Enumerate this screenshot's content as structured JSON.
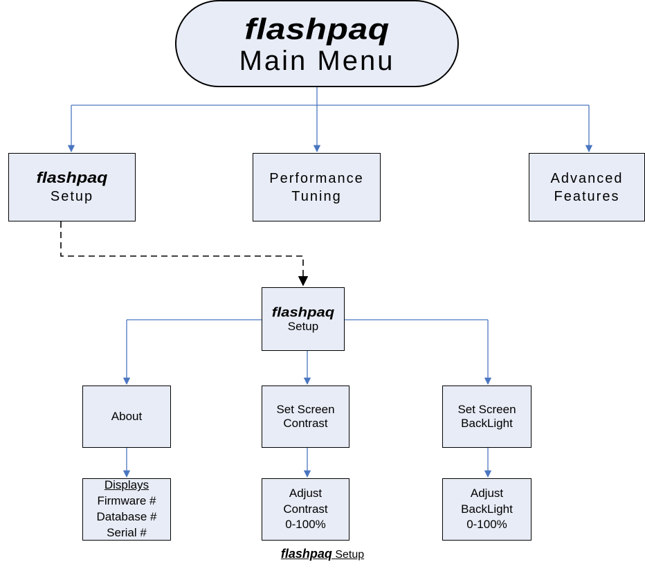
{
  "main_menu": {
    "brand": "flashpaq",
    "title": "Main Menu"
  },
  "level1": {
    "setup": {
      "brand": "flashpaq",
      "label": "Setup"
    },
    "performance": {
      "line1": "Performance",
      "line2": "Tuning"
    },
    "advanced": {
      "line1": "Advanced",
      "line2": "Features"
    }
  },
  "setup_menu": {
    "brand": "flashpaq",
    "label": "Setup"
  },
  "level2": {
    "about": {
      "label": "About"
    },
    "contrast": {
      "line1": "Set Screen",
      "line2": "Contrast"
    },
    "backlight": {
      "line1": "Set Screen",
      "line2": "BackLight"
    }
  },
  "level3": {
    "about_detail": {
      "heading": "Displays",
      "lines": [
        "Firmware #",
        "Database #",
        "Serial #"
      ]
    },
    "contrast_detail": {
      "lines": [
        "Adjust",
        "Contrast",
        "0-100%"
      ]
    },
    "backlight_detail": {
      "lines": [
        "Adjust",
        "BackLight",
        "0-100%"
      ]
    }
  },
  "caption": {
    "brand": "flashpaq",
    "label": "Setup"
  },
  "colors": {
    "box_fill": "#e8ecf6",
    "connector": "#4a76c0",
    "dashed_connector": "#000000",
    "border": "#000000"
  }
}
